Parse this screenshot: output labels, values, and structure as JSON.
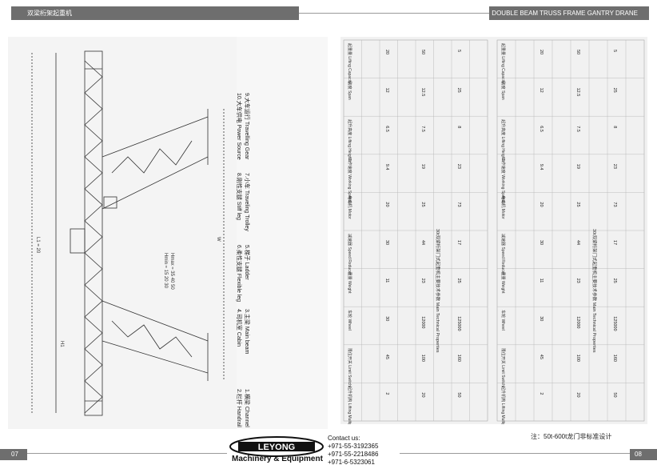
{
  "header": {
    "left_title": "双梁桁架起重机",
    "right_title": "DOUBLE BEAM TRUSS FRAME GANTRY DRANE"
  },
  "drawing": {
    "dimensions": [
      "L1 = 20",
      "Hmin ≈ 15 20 30",
      "Hmax ≈ 35 40 50",
      "W",
      "H1"
    ]
  },
  "legend": [
    "1.横梁  Channel",
    "2.栏杆  Handrail",
    "3.主梁  Main beam",
    "4.司机室  Cabin",
    "5.梯子  Ladder",
    "6.柔性支腿  Flexible leg",
    "7.小车  Traveling Trolley",
    "8.刚性支腿  Stiff leg",
    "9.大车运行  Travelling Gear",
    "10.大车供电  Power Source"
  ],
  "table": {
    "top_title": "30t双梁桁架门式起重机主要技术参数 Main Technical Properties",
    "bottom_title": "30t双梁桁架门式起重机主要技术参数 Main Technical Properties",
    "top_row": [
      "起重量 Lifting Capacity",
      "跨度 Span",
      "起升高度 Lifting Heights",
      "工作速度 Working Speeds",
      "电动机 Motor",
      "减速器 Speed Reducer",
      "重量 Weight",
      "车轮 Wheel",
      "限位开关 Limit Switch",
      "起升机构 Lifting Multiplication"
    ],
    "bottom_row": [
      "起重量 Lifting Capacity",
      "跨度 Span",
      "起升高度 Lifting Heights",
      "工作速度 Working Speeds",
      "电动机 Motor",
      "减速器 Speed Reducer",
      "重量 Weight",
      "车轮 Wheel",
      "限位开关 Limit Switch",
      "起升机构 Lifting Multiplication"
    ],
    "sample_values": [
      "20",
      "50",
      "5",
      "12",
      "12.5",
      "25",
      "6.5",
      "7.5",
      "8",
      "9.4",
      "19",
      "23",
      "20",
      "25",
      "73",
      "30",
      "44",
      "17",
      "11",
      "23",
      "25",
      "30",
      "12000",
      "125000",
      "45",
      "100",
      "160",
      "2"
    ]
  },
  "note": "注：50t-600t龙门非标准设计",
  "footer": {
    "page_left": "07",
    "page_right": "08",
    "brand_logo": "LEYONG",
    "brand_sub": "Machinery & Equipment",
    "contact_title": "Contact us:",
    "phones": [
      "+971-55-3192365",
      "+971-55-2218486",
      "+971-6-5323061"
    ]
  }
}
